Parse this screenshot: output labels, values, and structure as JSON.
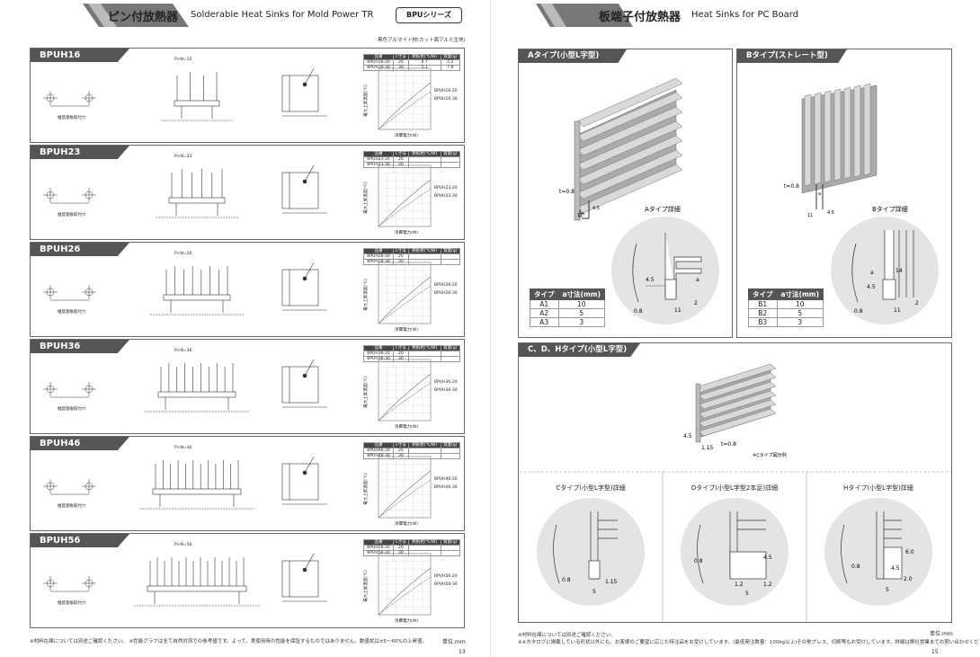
{
  "left_page": {
    "title_jp": "ピン付放熱器",
    "title_en": "Solderable Heat Sinks for Mold Power TR",
    "series_badge": "BPUシリーズ",
    "material_note": "黒色アルマイト材(カット面アルミ生地)",
    "mount_caption": "推奨基板取付穴",
    "spec_headers": [
      "品番",
      "L寸法",
      "熱抵抗(℃/W)",
      "質量(g)"
    ],
    "panels": [
      {
        "name": "BPUH16",
        "dim_label": "P×N=15",
        "rows": [
          [
            "BPUH16-20",
            "20",
            "6.7",
            "5.2"
          ],
          [
            "BPUH16-30",
            "30",
            "5.1",
            "7.8"
          ]
        ],
        "legend": [
          "BPUH16-20",
          "BPUH16-30"
        ]
      },
      {
        "name": "BPUH23",
        "dim_label": "P×N=23",
        "rows": [
          [
            "BPUH23-20",
            "20",
            "",
            ""
          ],
          [
            "BPUH23-30",
            "30",
            "",
            ""
          ]
        ],
        "legend": [
          "BPUH23-20",
          "BPUH23-30"
        ]
      },
      {
        "name": "BPUH26",
        "dim_label": "P×N=26",
        "rows": [
          [
            "BPUH26-20",
            "20",
            "",
            ""
          ],
          [
            "BPUH26-30",
            "30",
            "",
            ""
          ]
        ],
        "legend": [
          "BPUH26-20",
          "BPUH26-30"
        ]
      },
      {
        "name": "BPUH36",
        "dim_label": "P×N=36",
        "rows": [
          [
            "BPUH36-20",
            "20",
            "",
            ""
          ],
          [
            "BPUH36-30",
            "30",
            "",
            ""
          ]
        ],
        "legend": [
          "BPUH36-20",
          "BPUH36-30"
        ]
      },
      {
        "name": "BPUH46",
        "dim_label": "P×N=46",
        "rows": [
          [
            "BPUH46-20",
            "20",
            "",
            ""
          ],
          [
            "BPUH46-30",
            "30",
            "",
            ""
          ]
        ],
        "legend": [
          "BPUH46-20",
          "BPUH46-30"
        ]
      },
      {
        "name": "BPUH56",
        "dim_label": "P×N=56",
        "rows": [
          [
            "BPUH56-20",
            "20",
            "",
            ""
          ],
          [
            "BPUH56-30",
            "30",
            "",
            ""
          ]
        ],
        "legend": [
          "BPUH56-20",
          "BPUH56-30"
        ]
      }
    ],
    "graph_xlabel": "消費電力(W)",
    "graph_ylabel": "最大上昇温度(℃)",
    "footnote": "※材料在庫については別途ご確認ください。 ※性能グラフは全て自然対流での参考値です。よって、実使用時の性能を保証するものではありません。数値試は±5～60%の上昇値。",
    "unit": "単位:mm",
    "page_number": "13"
  },
  "right_page": {
    "title_jp": "板端子付放熱器",
    "title_en": "Heat Sinks for PC Board",
    "panel_a": {
      "tag": "Aタイプ(小型L字型)",
      "thickness": "t=0.8",
      "detail_caption": "Aタイプ詳細",
      "dims": [
        "4.5",
        "0.8",
        "11",
        "2",
        "a"
      ],
      "table_headers": [
        "タイプ",
        "a寸法(mm)"
      ],
      "table_rows": [
        [
          "A1",
          "10"
        ],
        [
          "A2",
          "5"
        ],
        [
          "A3",
          "3"
        ]
      ]
    },
    "panel_b": {
      "tag": "Bタイプ(ストレート型)",
      "thickness": "t=0.8",
      "detail_caption": "Bタイプ詳細",
      "dims": [
        "14",
        "4.5",
        "0.8",
        "11",
        "2",
        "a"
      ],
      "table_headers": [
        "タイプ",
        "a寸法(mm)"
      ],
      "table_rows": [
        [
          "B1",
          "10"
        ],
        [
          "B2",
          "5"
        ],
        [
          "B3",
          "3"
        ]
      ]
    },
    "panel_cdh": {
      "tag": "C、D、Hタイプ(小型L字型)",
      "thickness": "t=0.8",
      "dims_iso": [
        "4.5",
        "1.15"
      ],
      "iso_caption": "※Cタイプ図示例",
      "sub": [
        {
          "caption": "Cタイプ(小型L字型)詳細",
          "dims": [
            "0.8",
            "1.15",
            "5"
          ]
        },
        {
          "caption": "Dタイプ(小型L字型2本足)詳細",
          "dims": [
            "0.8",
            "1.2",
            "4.5",
            "5",
            "1.2"
          ]
        },
        {
          "caption": "Hタイプ(小型L字型)詳細",
          "dims": [
            "0.8",
            "4.5",
            "6.0",
            "2.0",
            "5"
          ]
        }
      ]
    },
    "footnote_1": "※材料在庫については別途ご確認ください。",
    "footnote_2": "※※カタログに掲載している形状以外にも、お客様のご要望に応じた特注品をお受けしています。(最低発注数量：100kg以上)その他プレス、切断等もお受けしています。詳細は弊社営業までお問い合わせください。",
    "unit": "単位:mm",
    "page_number": "15"
  }
}
